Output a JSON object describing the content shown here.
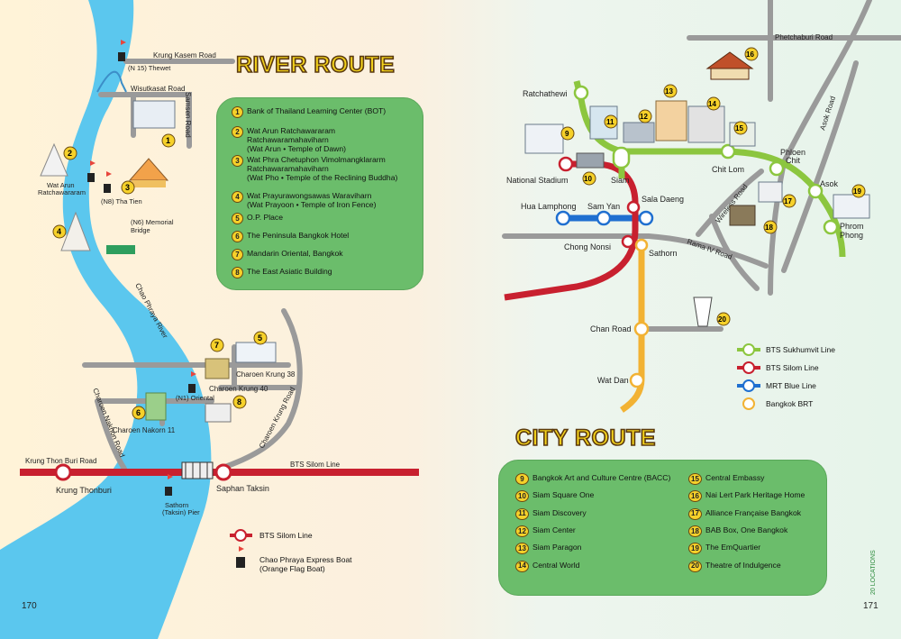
{
  "river": {
    "title": "RIVER ROUTE",
    "items": [
      {
        "n": "1",
        "lines": [
          "Bank of Thailand Learning Center (BOT)"
        ]
      },
      {
        "n": "2",
        "lines": [
          "Wat Arun Ratchawararam",
          "Ratchawaramahaviharn",
          "(Wat Arun • Temple of Dawn)"
        ]
      },
      {
        "n": "3",
        "lines": [
          "Wat Phra Chetuphon Vimolmangklararm",
          "Ratchawaramahaviharn",
          "(Wat Pho • Temple of the Reclining Buddha)"
        ]
      },
      {
        "n": "4",
        "lines": [
          "Wat Prayurawongsawas Waraviharn",
          "(Wat Prayoon • Temple of Iron Fence)"
        ]
      },
      {
        "n": "5",
        "lines": [
          "O.P. Place"
        ]
      },
      {
        "n": "6",
        "lines": [
          "The Peninsula Bangkok Hotel"
        ]
      },
      {
        "n": "7",
        "lines": [
          "Mandarin Oriental, Bangkok"
        ]
      },
      {
        "n": "8",
        "lines": [
          "The East Asiatic Building"
        ]
      }
    ],
    "roads": {
      "krung_kasem": "Krung Kasem Road",
      "wisutkasat": "Wisutkasat Road",
      "samsen": "Samsen Road",
      "charoen_nakhon": "Charoen Nakhon Road",
      "charoen_krung": "Charoen Krung Road",
      "krung_thon_buri": "Krung Thon Buri Road",
      "charoen_krung_38": "Charoen Krung 38",
      "charoen_krung_40": "Charoen Krung 40",
      "charoen_nakorn_11": "Charoen Nakorn 11",
      "river": "Chao Phraya River",
      "bts_silom_line": "BTS Silom Line"
    },
    "places": {
      "thewet": "(N 15) Thewet",
      "wat_arun_1": "Wat Arun",
      "wat_arun_2": "Ratchawararam",
      "tha_tien": "(N8) Tha Tien",
      "memorial_1": "(N6) Memorial",
      "memorial_2": "Bridge",
      "oriental": "(N1) Oriental",
      "krung_thonburi": "Krung Thonburi",
      "saphan_taksin": "Saphan Taksin",
      "sathorn_1": "Sathorn",
      "sathorn_2": "(Taksin) Pier"
    },
    "legend": {
      "bts_silom": "BTS Silom Line",
      "boat_1": "Chao Phraya Express Boat",
      "boat_2": "(Orange Flag Boat)"
    }
  },
  "city": {
    "title": "CITY ROUTE",
    "left_items": [
      {
        "n": "9",
        "label": "Bangkok Art and Culture Centre (BACC)"
      },
      {
        "n": "10",
        "label": "Siam Square One"
      },
      {
        "n": "11",
        "label": "Siam Discovery"
      },
      {
        "n": "12",
        "label": "Siam Center"
      },
      {
        "n": "13",
        "label": "Siam Paragon"
      },
      {
        "n": "14",
        "label": "Central World"
      }
    ],
    "right_items": [
      {
        "n": "15",
        "label": "Central Embassy"
      },
      {
        "n": "16",
        "label": "Nai Lert Park Heritage Home"
      },
      {
        "n": "17",
        "label": "Alliance Française Bangkok"
      },
      {
        "n": "18",
        "label": "BAB Box, One Bangkok"
      },
      {
        "n": "19",
        "label": "The EmQuartier"
      },
      {
        "n": "20",
        "label": "Theatre of Indulgence"
      }
    ],
    "stations": {
      "ratchathewi": "Ratchathewi",
      "national_stadium": "National Stadium",
      "siam": "Siam",
      "chit_lom": "Chit Lom",
      "phloen_1": "Phloen",
      "phloen_2": "Chit",
      "asok": "Asok",
      "phrom_1": "Phrom",
      "phrom_2": "Phong",
      "hua_lamphong": "Hua Lamphong",
      "sam_yan": "Sam Yan",
      "sala_daeng": "Sala Daeng",
      "chong_nonsi": "Chong Nonsi",
      "sathorn": "Sathorn",
      "chan_road": "Chan Road",
      "wat_dan": "Wat Dan"
    },
    "roads": {
      "phetchaburi": "Phetchaburi Road",
      "asok_road": "Asok Road",
      "wireless": "Wireless Road",
      "rama_iv": "Rama IV Road"
    },
    "legend": {
      "sukhumvit": "BTS Sukhumvit Line",
      "silom": "BTS Silom Line",
      "mrt_blue": "MRT Blue Line",
      "brt": "Bangkok BRT"
    },
    "colors": {
      "sukhumvit": "#8cc63f",
      "silom": "#c8202f",
      "mrt": "#1f6fd0",
      "brt": "#f2b233"
    }
  },
  "footer": {
    "page_left": "170",
    "page_right": "171",
    "side_note": "20 LOCATIONS"
  }
}
